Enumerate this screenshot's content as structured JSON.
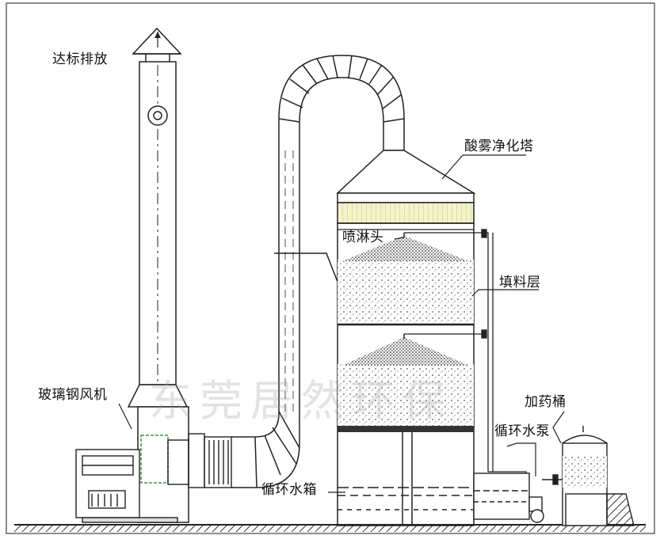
{
  "labels": {
    "stack_outlet": "达标排放",
    "tower": "酸雾净化塔",
    "spray_head": "喷淋头",
    "packing_layer": "填料层",
    "dosing_tank": "加药桶",
    "frp_fan": "玻璃钢风机",
    "circulation_pump": "循环水泵",
    "circulation_tank": "循环水箱"
  },
  "watermark": "东莞居然环保"
}
